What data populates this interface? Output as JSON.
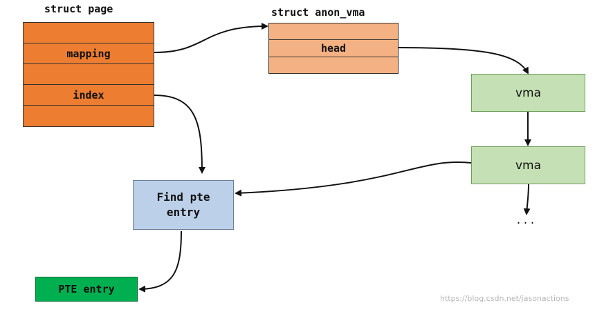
{
  "struct_page": {
    "title": "struct page",
    "rows": [
      "",
      "mapping",
      "",
      "index",
      ""
    ]
  },
  "struct_anon_vma": {
    "title": "struct anon_vma",
    "rows": [
      "",
      "head",
      ""
    ]
  },
  "vma_boxes": [
    "vma",
    "vma"
  ],
  "ellipsis": "...",
  "find_pte": {
    "line1": "Find pte",
    "line2": "entry"
  },
  "pte_entry": "PTE entry",
  "watermark": "https://blog.csdn.net/jasonactions",
  "colors": {
    "struct_page_fill": "#ed7d31",
    "anon_vma_fill": "#f4b183",
    "vma_fill": "#c5e0b4",
    "find_pte_fill": "#bdd0e9",
    "pte_entry_fill": "#00b050"
  }
}
